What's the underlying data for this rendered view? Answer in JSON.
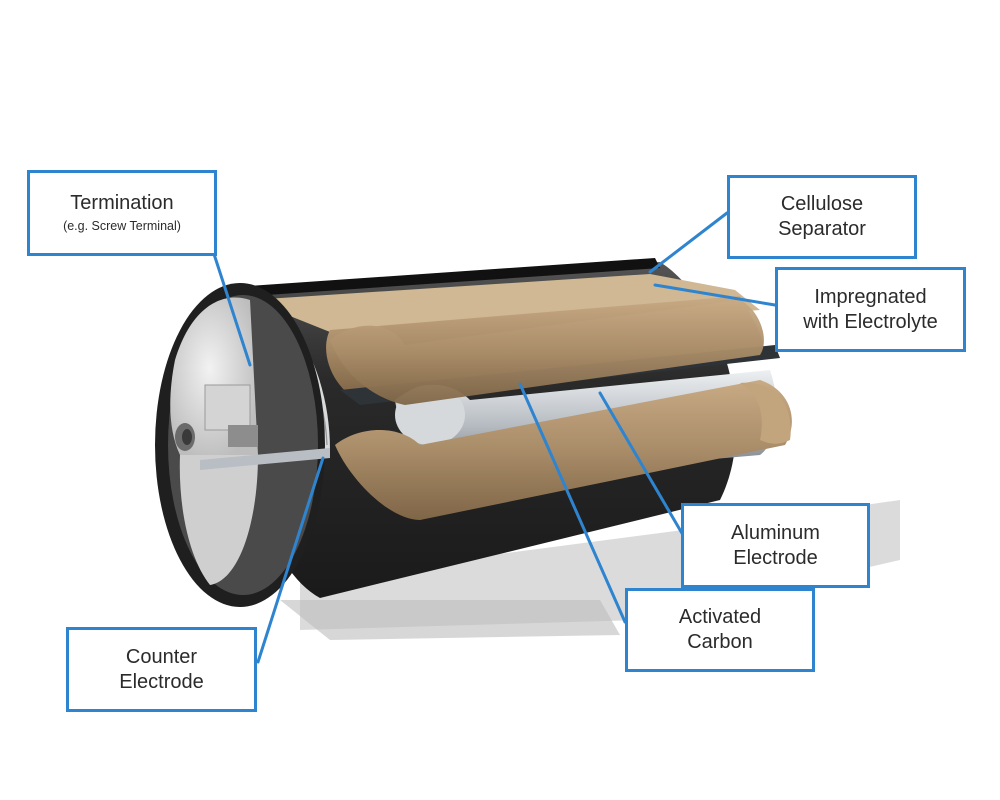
{
  "callouts": {
    "termination": {
      "label": "Termination",
      "sublabel": "(e.g. Screw Terminal)"
    },
    "cellulose_separator": {
      "line1": "Cellulose",
      "line2": "Separator"
    },
    "impregnated": {
      "line1": "Impregnated",
      "line2": "with Electrolyte"
    },
    "aluminum_electrode": {
      "line1": "Aluminum",
      "line2": "Electrode"
    },
    "activated_carbon": {
      "line1": "Activated",
      "line2": "Carbon"
    },
    "counter_electrode": {
      "line1": "Counter",
      "line2": "Electrode"
    }
  },
  "colors": {
    "callout_border": "#2f84cf",
    "leader_line": "#2f84cf",
    "casing": "#2a2a2a",
    "carbon_layer": "#a98c68",
    "aluminum_foil": "#b9bec4",
    "end_cap": "#e6e6e6"
  }
}
